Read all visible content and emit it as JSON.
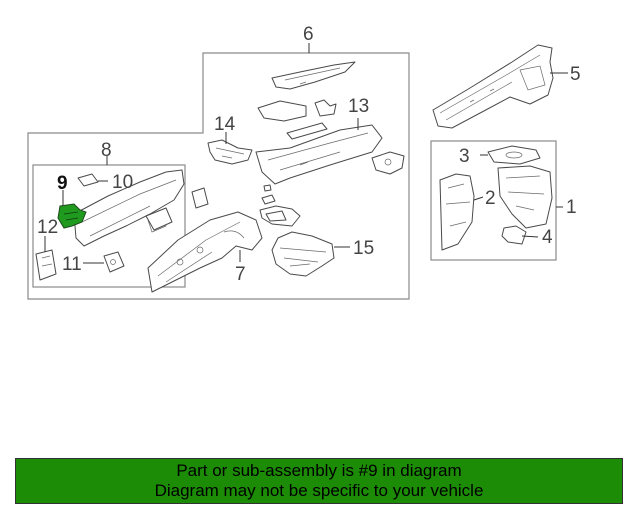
{
  "callouts": {
    "c1": "1",
    "c2": "2",
    "c3": "3",
    "c4": "4",
    "c5": "5",
    "c6": "6",
    "c7": "7",
    "c8": "8",
    "c9": "9",
    "c10": "10",
    "c11": "11",
    "c12": "12",
    "c13": "13",
    "c14": "14",
    "c15": "15"
  },
  "highlighted_part": "9",
  "colors": {
    "highlight": "#1f9a1f",
    "footer_bg": "#1c8c06"
  },
  "footer": {
    "line1": "Part or sub-assembly is #9 in diagram",
    "line2": "Diagram may not be specific to your vehicle"
  }
}
